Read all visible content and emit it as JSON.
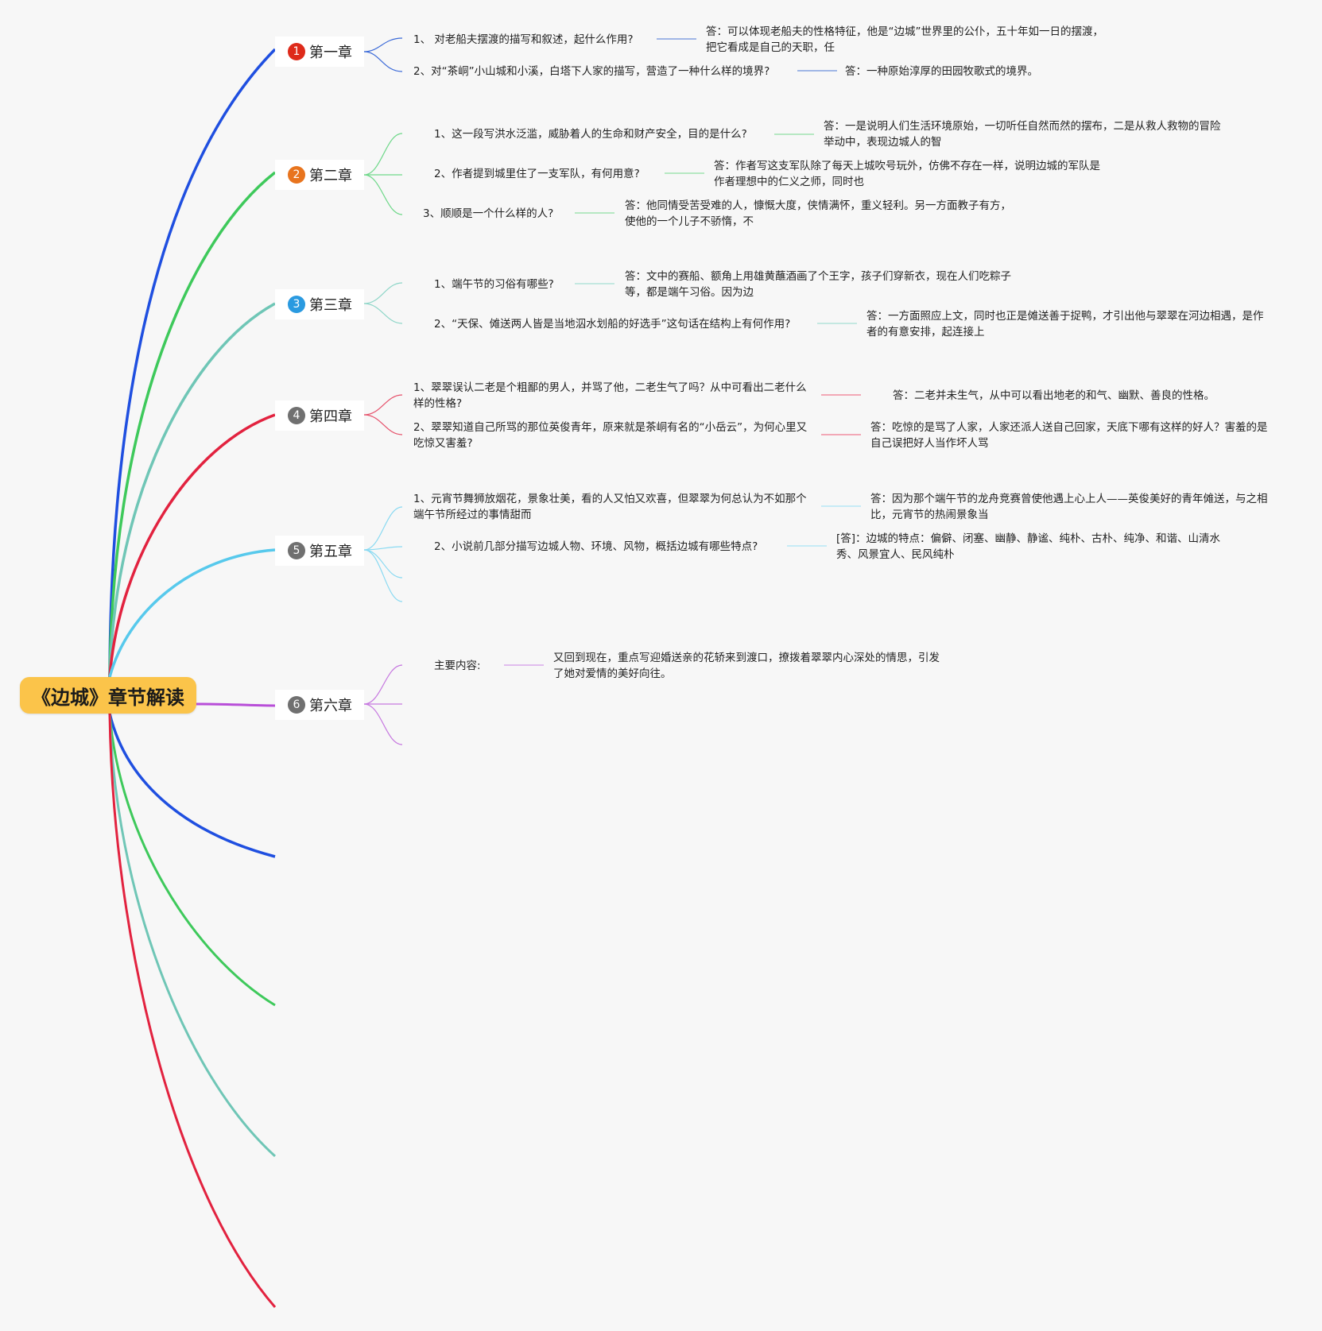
{
  "root": {
    "title": "《边城》章节解读"
  },
  "colors": {
    "blue": "#1f4fe0",
    "green": "#3ec95b",
    "teal": "#6fc6b6",
    "red": "#e2223f",
    "cyan": "#57c9ec",
    "purple": "#b84ed8",
    "badge_red": "#de2a1a",
    "badge_orange": "#e8741e",
    "badge_blue": "#2a9ae0",
    "badge_gray": "#707070",
    "root_fill": "#fbc44a"
  },
  "chapters": [
    {
      "num": "1",
      "label": "第一章"
    },
    {
      "num": "2",
      "label": "第二章"
    },
    {
      "num": "3",
      "label": "第三章"
    },
    {
      "num": "4",
      "label": "第四章"
    },
    {
      "num": "5",
      "label": "第五章"
    },
    {
      "num": "6",
      "label": "第六章"
    }
  ],
  "ch1": {
    "q1": "1、 对老船夫摆渡的描写和叙述，起什么作用?",
    "a1": "答：可以体现老船夫的性格特征，他是“边城”世界里的公仆，五十年如一日的摆渡，把它看成是自己的天职，任",
    "q2": "2、对“茶峒”小山城和小溪，白塔下人家的描写，营造了一种什么样的境界?",
    "a2": "答：一种原始淳厚的田园牧歌式的境界。"
  },
  "ch2": {
    "q1": "1、这一段写洪水泛滥，威胁着人的生命和财产安全，目的是什么?",
    "a1": "答：一是说明人们生活环境原始，一切听任自然而然的摆布，二是从救人救物的冒险举动中，表现边城人的智",
    "q2": "2、作者提到城里住了一支军队，有何用意?",
    "a2": "答：作者写这支军队除了每天上城吹号玩外，仿佛不存在一样，说明边城的军队是作者理想中的仁义之师，同时也",
    "q3": "3、顺顺是一个什么样的人?",
    "a3": "答：他同情受苦受难的人，慷慨大度，侠情满怀，重义轻利。另一方面教子有方，使他的一个儿子不骄惰，不"
  },
  "ch3": {
    "q1": "1、端午节的习俗有哪些?",
    "a1": "答：文中的赛船、额角上用雄黄蘸酒画了个王字，孩子们穿新衣，现在人们吃粽子等，都是端午习俗。因为边",
    "q2": "2、“天保、傩送两人皆是当地泅水划船的好选手”这句话在结构上有何作用?",
    "a2": "答：一方面照应上文，同时也正是傩送善于捉鸭，才引出他与翠翠在河边相遇，是作者的有意安排，起连接上"
  },
  "ch4": {
    "q1": "1、翠翠误认二老是个粗鄙的男人，并骂了他，二老生气了吗？从中可看出二老什么样的性格?",
    "a1": "答：二老并未生气，从中可以看出地老的和气、幽默、善良的性格。",
    "q2": "2、翠翠知道自己所骂的那位英俊青年，原来就是茶峒有名的“小岳云”，为何心里又吃惊又害羞?",
    "a2": "答：吃惊的是骂了人家，人家还派人送自己回家，天底下哪有这样的好人？害羞的是自己误把好人当作坏人骂"
  },
  "ch5": {
    "q1": "1、元宵节舞狮放烟花，景象壮美，看的人又怕又欢喜，但翠翠为何总认为不如那个端午节所经过的事情甜而",
    "a1": "答：因为那个端午节的龙舟竞赛曾使他遇上心上人——英俊美好的青年傩送，与之相比，元宵节的热闹景象当",
    "q2": "2、小说前几部分描写边城人物、环境、风物，概括边城有哪些特点?",
    "a2": "[答]：边城的特点：偏僻、闭塞、幽静、静谧、纯朴、古朴、纯净、和谐、山清水秀、风景宜人、民风纯朴"
  },
  "ch6": {
    "label": "主要内容:",
    "text": "又回到现在，重点写迎婚送亲的花轿来到渡口，撩拨着翠翠内心深处的情思，引发了她对爱情的美好向往。"
  }
}
